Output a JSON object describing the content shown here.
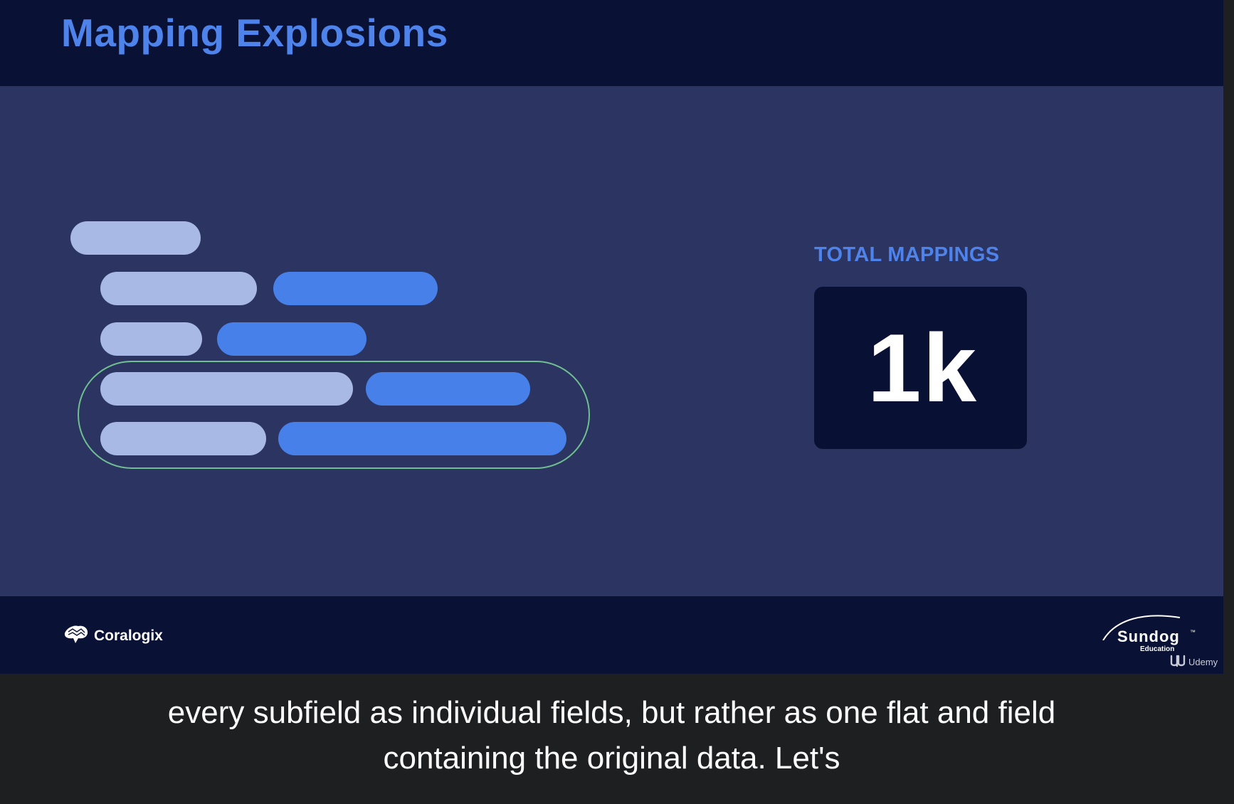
{
  "slide": {
    "title": "Mapping Explosions",
    "total_label": "TOTAL MAPPINGS",
    "total_value": "1k",
    "brand_left": "Coralogix",
    "brand_right": "Sundog",
    "brand_right_sub": "Education",
    "platform": "Udemy"
  },
  "colors": {
    "header_bg": "#091135",
    "slide_bg": "#2c3562",
    "title_blue": "#4d83ea",
    "pill_light": "#a8b9e6",
    "pill_blue": "#4680e8",
    "highlight_green": "#6fbf90"
  },
  "caption": {
    "line1": "every subfield as individual fields, but rather as one flat and field",
    "line2": "containing the original data. Let's"
  },
  "icons": [
    "coralogix-logo-icon",
    "sundog-arc-icon",
    "udemy-logo-icon"
  ]
}
